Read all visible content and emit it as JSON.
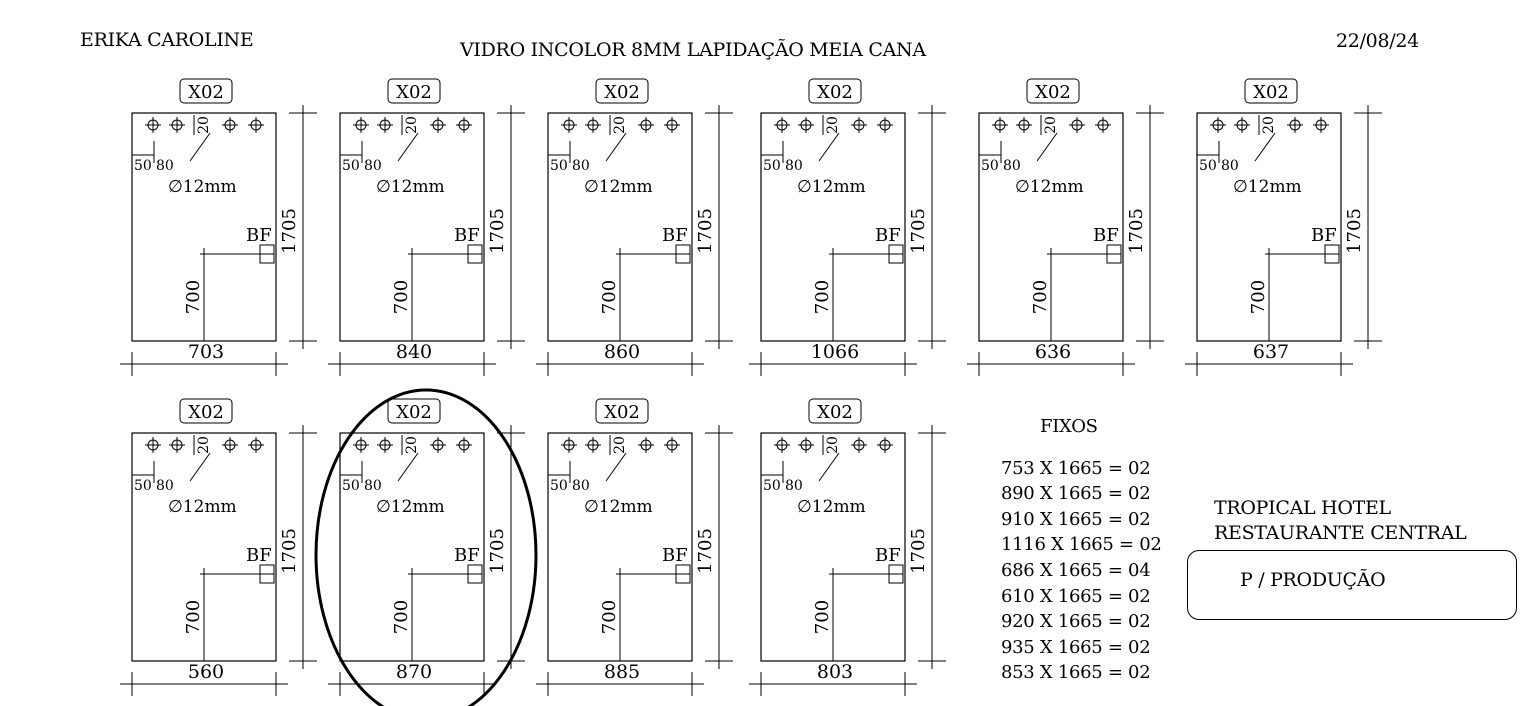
{
  "header": {
    "client_name": "ERIKA CAROLINE",
    "title": "VIDRO INCOLOR 8MM  LAPIDAÇÃO MEIA CANA",
    "date": "22/08/24"
  },
  "panel_common": {
    "qty_label": "X02",
    "height": "1705",
    "hole_offset_a": "50",
    "hole_offset_b": "80",
    "hole_top": "20",
    "hole_diameter": "∅12mm",
    "lock_label": "BF",
    "lock_height": "700"
  },
  "panels": [
    {
      "width": "703"
    },
    {
      "width": "840"
    },
    {
      "width": "860"
    },
    {
      "width": "1066"
    },
    {
      "width": "636"
    },
    {
      "width": "637"
    },
    {
      "width": "560"
    },
    {
      "width": "870",
      "circled": true
    },
    {
      "width": "885"
    },
    {
      "width": "803"
    }
  ],
  "fixos": {
    "title": "FIXOS",
    "items": [
      "753 X 1665 = 02",
      "890 X 1665 = 02",
      "910 X 1665 = 02",
      "1116 X 1665 = 02",
      "686 X 1665 = 04",
      "610 X 1665 = 02",
      "920 X 1665 = 02",
      "935 X 1665 = 02",
      "853 X 1665 = 02"
    ]
  },
  "project": {
    "line1": "TROPICAL HOTEL",
    "line2": "RESTAURANTE CENTRAL",
    "stage": "P / PRODUÇÃO"
  }
}
